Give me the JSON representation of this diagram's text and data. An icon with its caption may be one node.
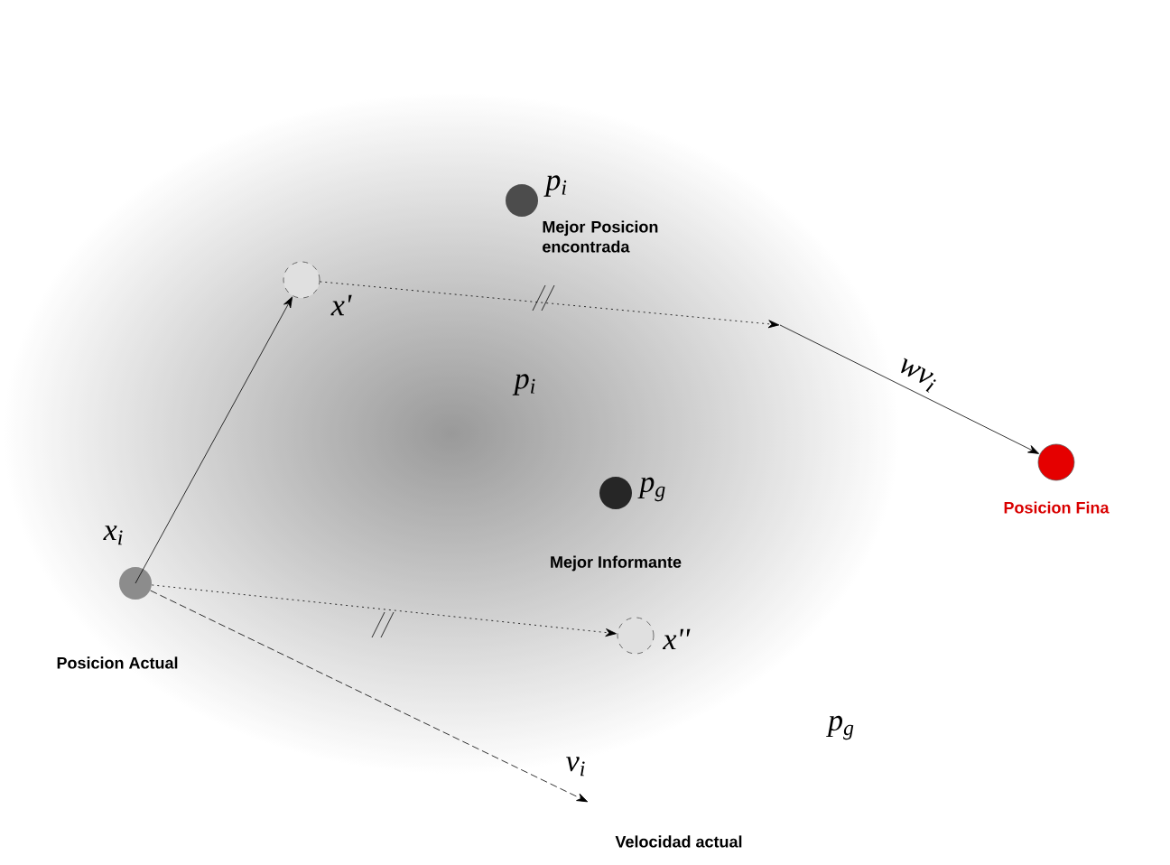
{
  "diagram": {
    "nodes": [
      {
        "text": [],
        "shape": "circle",
        "beside": [
          "x$_{i}$",
          "Posicion Actual"
        ]
      },
      {
        "text": [],
        "shape": "circle",
        "beside": [
          "x'"
        ]
      },
      {
        "text": [],
        "shape": "circle",
        "beside": [
          "p$_{i}$",
          "Mejor Posicion encontrada"
        ]
      },
      {
        "text": [],
        "shape": "circle",
        "beside": [
          "p$_{g}$",
          "Mejor Informante"
        ]
      },
      {
        "text": [],
        "shape": "circle",
        "beside": [
          "x''"
        ]
      },
      {
        "text": [],
        "shape": "circle",
        "beside": [
          "Posicion Fina"
        ]
      },
      {
        "text": [
          "v$_{i}$"
        ]
      }
    ],
    "edges": [
      {
        "from": 0,
        "to": 1,
        "arrow": "to"
      },
      {
        "from": 1,
        "to": null,
        "arrow": "to",
        "style": "dashed"
      },
      {
        "from": null,
        "to": 5,
        "arrow": "to",
        "label": "wv$_{i}$"
      },
      {
        "from": 0,
        "to": 4,
        "arrow": "to",
        "style": "dashed"
      },
      {
        "from": 0,
        "to": 6,
        "arrow": "to",
        "style": "dashed"
      }
    ],
    "labels": [
      "p$_{i}$",
      "p$_{g}$",
      "Velocidad actual"
    ]
  }
}
